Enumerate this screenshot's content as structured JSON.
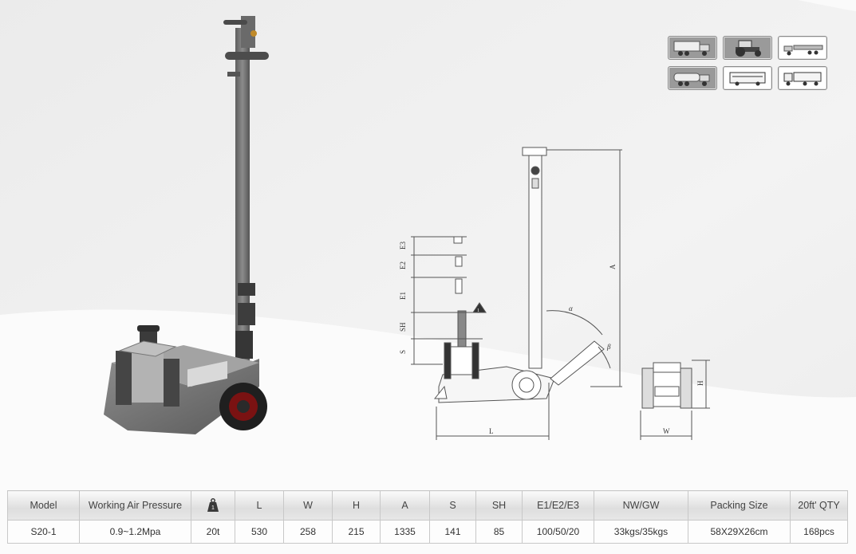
{
  "diagram_labels": {
    "e3": "E3",
    "e2": "E2",
    "e1": "E1",
    "sh": "SH",
    "s": "S",
    "a": "A",
    "l": "L",
    "w": "W",
    "h": "H",
    "alpha": "α",
    "beta": "β",
    "tonnage_badge": "1"
  },
  "vehicle_icons": [
    {
      "name": "box-truck-icon",
      "dark": true
    },
    {
      "name": "tractor-icon",
      "dark": true
    },
    {
      "name": "trailer-icon",
      "dark": false
    },
    {
      "name": "tanker-truck-icon",
      "dark": true
    },
    {
      "name": "bus-icon",
      "dark": false
    },
    {
      "name": "truck-trailer-icon",
      "dark": false
    }
  ],
  "table": {
    "headers": [
      "Model",
      "Working Air Pressure",
      "",
      "L",
      "W",
      "H",
      "A",
      "S",
      "SH",
      "E1/E2/E3",
      "NW/GW",
      "Packing Size",
      "20ft' QTY"
    ],
    "weight_icon_label": "1",
    "rows": [
      [
        "S20-1",
        "0.9~1.2Mpa",
        "20t",
        "530",
        "258",
        "215",
        "1335",
        "141",
        "85",
        "100/50/20",
        "33kgs/35kgs",
        "58X29X26cm",
        "168pcs"
      ]
    ]
  }
}
